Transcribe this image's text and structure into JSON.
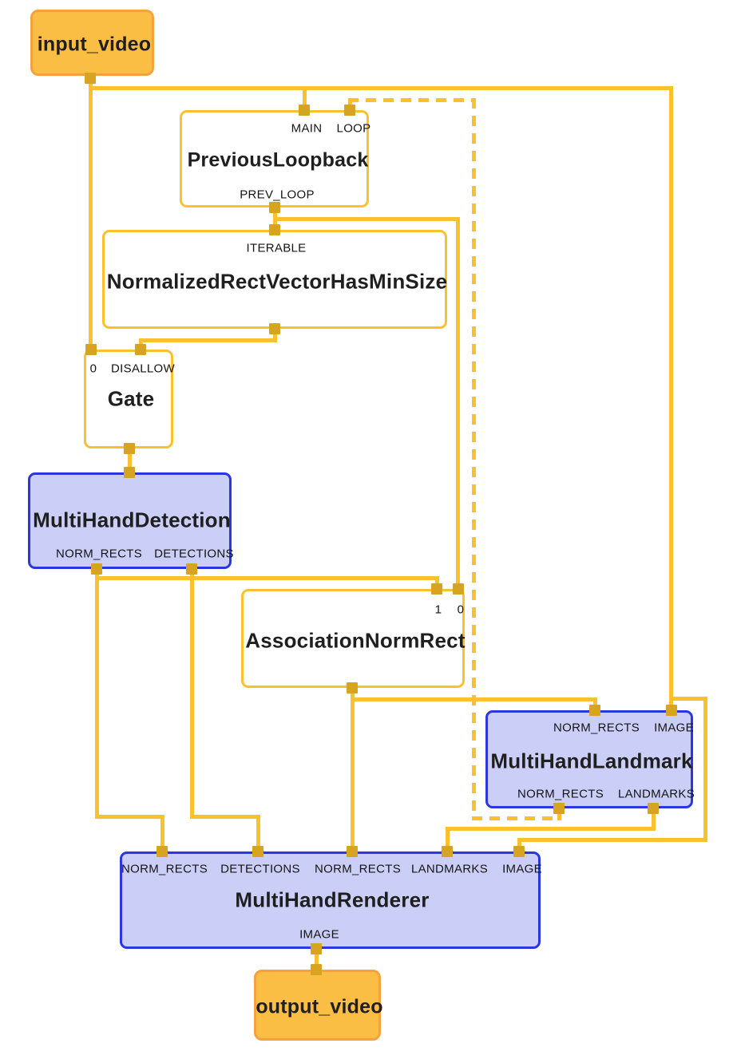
{
  "diagram": {
    "type": "mediapipe-graph",
    "colors": {
      "edge": "#FAC12F",
      "port": "#D7A422",
      "stream_node_fill": "#FBBE45",
      "stream_node_border": "#F6A13C",
      "calculator_node_fill": "#FFFFFF",
      "calculator_node_border": "#FAC12F",
      "subgraph_node_fill": "#CBCEF6",
      "subgraph_node_border": "#2B36E3",
      "text": "#1F1F1F"
    },
    "nodes": {
      "input_video": {
        "kind": "stream",
        "title": "input_video"
      },
      "previous_loopback": {
        "kind": "calculator",
        "title": "PreviousLoopback",
        "ports": {
          "main": "MAIN",
          "loop": "LOOP",
          "prev_loop": "PREV_LOOP"
        }
      },
      "normalized_rect_vector_has_min_size": {
        "kind": "calculator",
        "title": "NormalizedRectVectorHasMinSize",
        "ports": {
          "iterable": "ITERABLE"
        }
      },
      "gate": {
        "kind": "calculator",
        "title": "Gate",
        "ports": {
          "zero": "0",
          "disallow": "DISALLOW"
        }
      },
      "multi_hand_detection": {
        "kind": "subgraph",
        "title": "MultiHandDetection",
        "ports": {
          "norm_rects": "NORM_RECTS",
          "detections": "DETECTIONS"
        }
      },
      "association_norm_rect": {
        "kind": "calculator",
        "title": "AssociationNormRect",
        "ports": {
          "one": "1",
          "zero": "0"
        }
      },
      "multi_hand_landmark": {
        "kind": "subgraph",
        "title": "MultiHandLandmark",
        "ports": {
          "in_norm_rects": "NORM_RECTS",
          "in_image": "IMAGE",
          "out_norm_rects": "NORM_RECTS",
          "out_landmarks": "LANDMARKS"
        }
      },
      "multi_hand_renderer": {
        "kind": "subgraph",
        "title": "MultiHandRenderer",
        "ports": {
          "in_norm_rects_1": "NORM_RECTS",
          "in_detections": "DETECTIONS",
          "in_norm_rects_2": "NORM_RECTS",
          "in_landmarks": "LANDMARKS",
          "in_image": "IMAGE",
          "out_image": "IMAGE"
        }
      },
      "output_video": {
        "kind": "stream",
        "title": "output_video"
      }
    },
    "edges": [
      {
        "from": "input_video",
        "to": "Gate:0",
        "style": "solid"
      },
      {
        "from": "input_video",
        "to": "PreviousLoopback:MAIN",
        "style": "solid"
      },
      {
        "from": "input_video",
        "to": "MultiHandLandmark:IMAGE",
        "style": "solid"
      },
      {
        "from": "input_video",
        "to": "MultiHandRenderer:IMAGE",
        "style": "solid"
      },
      {
        "from": "PreviousLoopback:PREV_LOOP",
        "to": "NormalizedRectVectorHasMinSize:ITERABLE",
        "style": "solid"
      },
      {
        "from": "PreviousLoopback:PREV_LOOP",
        "to": "AssociationNormRect:0",
        "style": "solid"
      },
      {
        "from": "NormalizedRectVectorHasMinSize",
        "to": "Gate:DISALLOW",
        "style": "solid"
      },
      {
        "from": "Gate",
        "to": "MultiHandDetection",
        "style": "solid"
      },
      {
        "from": "MultiHandDetection:NORM_RECTS",
        "to": "AssociationNormRect:1",
        "style": "solid"
      },
      {
        "from": "MultiHandDetection:NORM_RECTS",
        "to": "MultiHandRenderer:NORM_RECTS",
        "style": "solid"
      },
      {
        "from": "MultiHandDetection:DETECTIONS",
        "to": "MultiHandRenderer:DETECTIONS",
        "style": "solid"
      },
      {
        "from": "AssociationNormRect",
        "to": "MultiHandLandmark:NORM_RECTS",
        "style": "solid"
      },
      {
        "from": "AssociationNormRect",
        "to": "MultiHandRenderer:NORM_RECTS_2",
        "style": "solid"
      },
      {
        "from": "MultiHandLandmark:LANDMARKS",
        "to": "MultiHandRenderer:LANDMARKS",
        "style": "solid"
      },
      {
        "from": "MultiHandLandmark:NORM_RECTS",
        "to": "PreviousLoopback:LOOP",
        "style": "dashed"
      },
      {
        "from": "MultiHandRenderer:IMAGE",
        "to": "output_video",
        "style": "solid"
      }
    ]
  }
}
